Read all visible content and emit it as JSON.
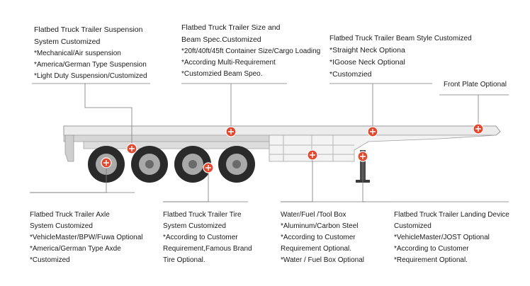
{
  "callouts": {
    "suspension": {
      "title_line1": "Flatbed Truck Trailer Suspension",
      "title_line2": "System Customized",
      "items": [
        "*Mechanical/Air suspension",
        "*America/German Type Suspension",
        "*Light Duty Suspension/Customized"
      ]
    },
    "size": {
      "title_line1": "Flatbed Truck Trailer Size and",
      "title_line2": "Beam Spec.Customized",
      "items": [
        "*20ft/40ft/45ft Container Size/Cargo Loading",
        "*According Multi-Requirement",
        "*Customzied Beam Speo."
      ]
    },
    "beam": {
      "title": "Flatbed Truck Trailer Beam Style Customized",
      "items": [
        "*Straight Neck Optiona",
        "*IGoose Neck Optional",
        "*Customzied"
      ]
    },
    "front": {
      "title": "Front Plate Optional"
    },
    "axle": {
      "title_line1": "Flatbed Truck Trailer Axle",
      "title_line2": "System Customized",
      "items": [
        "*VehicleMaster/BPW/Fuwa Optional",
        "*America/German Type Axde",
        "*Customized"
      ]
    },
    "tire": {
      "title_line1": "Flatbed Truck Trailer Tire",
      "title_line2": "System Customized",
      "items": [
        "*According to Customer",
        "Requirement,Famous Brand",
        "Tire Optional."
      ]
    },
    "toolbox": {
      "title": "Water/Fuel /Tool Box",
      "items": [
        "*Aluminum/Carbon Steel",
        "*According to Customer",
        "Requirement Optional.",
        "*Water / Fuel Box Optional"
      ]
    },
    "landing": {
      "title_line1": "Flatbed Truck Trailer Landing Device",
      "title_line2": "Customized",
      "items": [
        "*VehicleMaster/JOST Optional",
        "*According to Customer",
        "*Requirement Optional."
      ]
    }
  },
  "colors": {
    "marker": "#e8452a",
    "leader_line": "#777777",
    "deck": "#e9e9e9",
    "tire": "#2a2a2a",
    "rim": "#9a9a9a"
  }
}
